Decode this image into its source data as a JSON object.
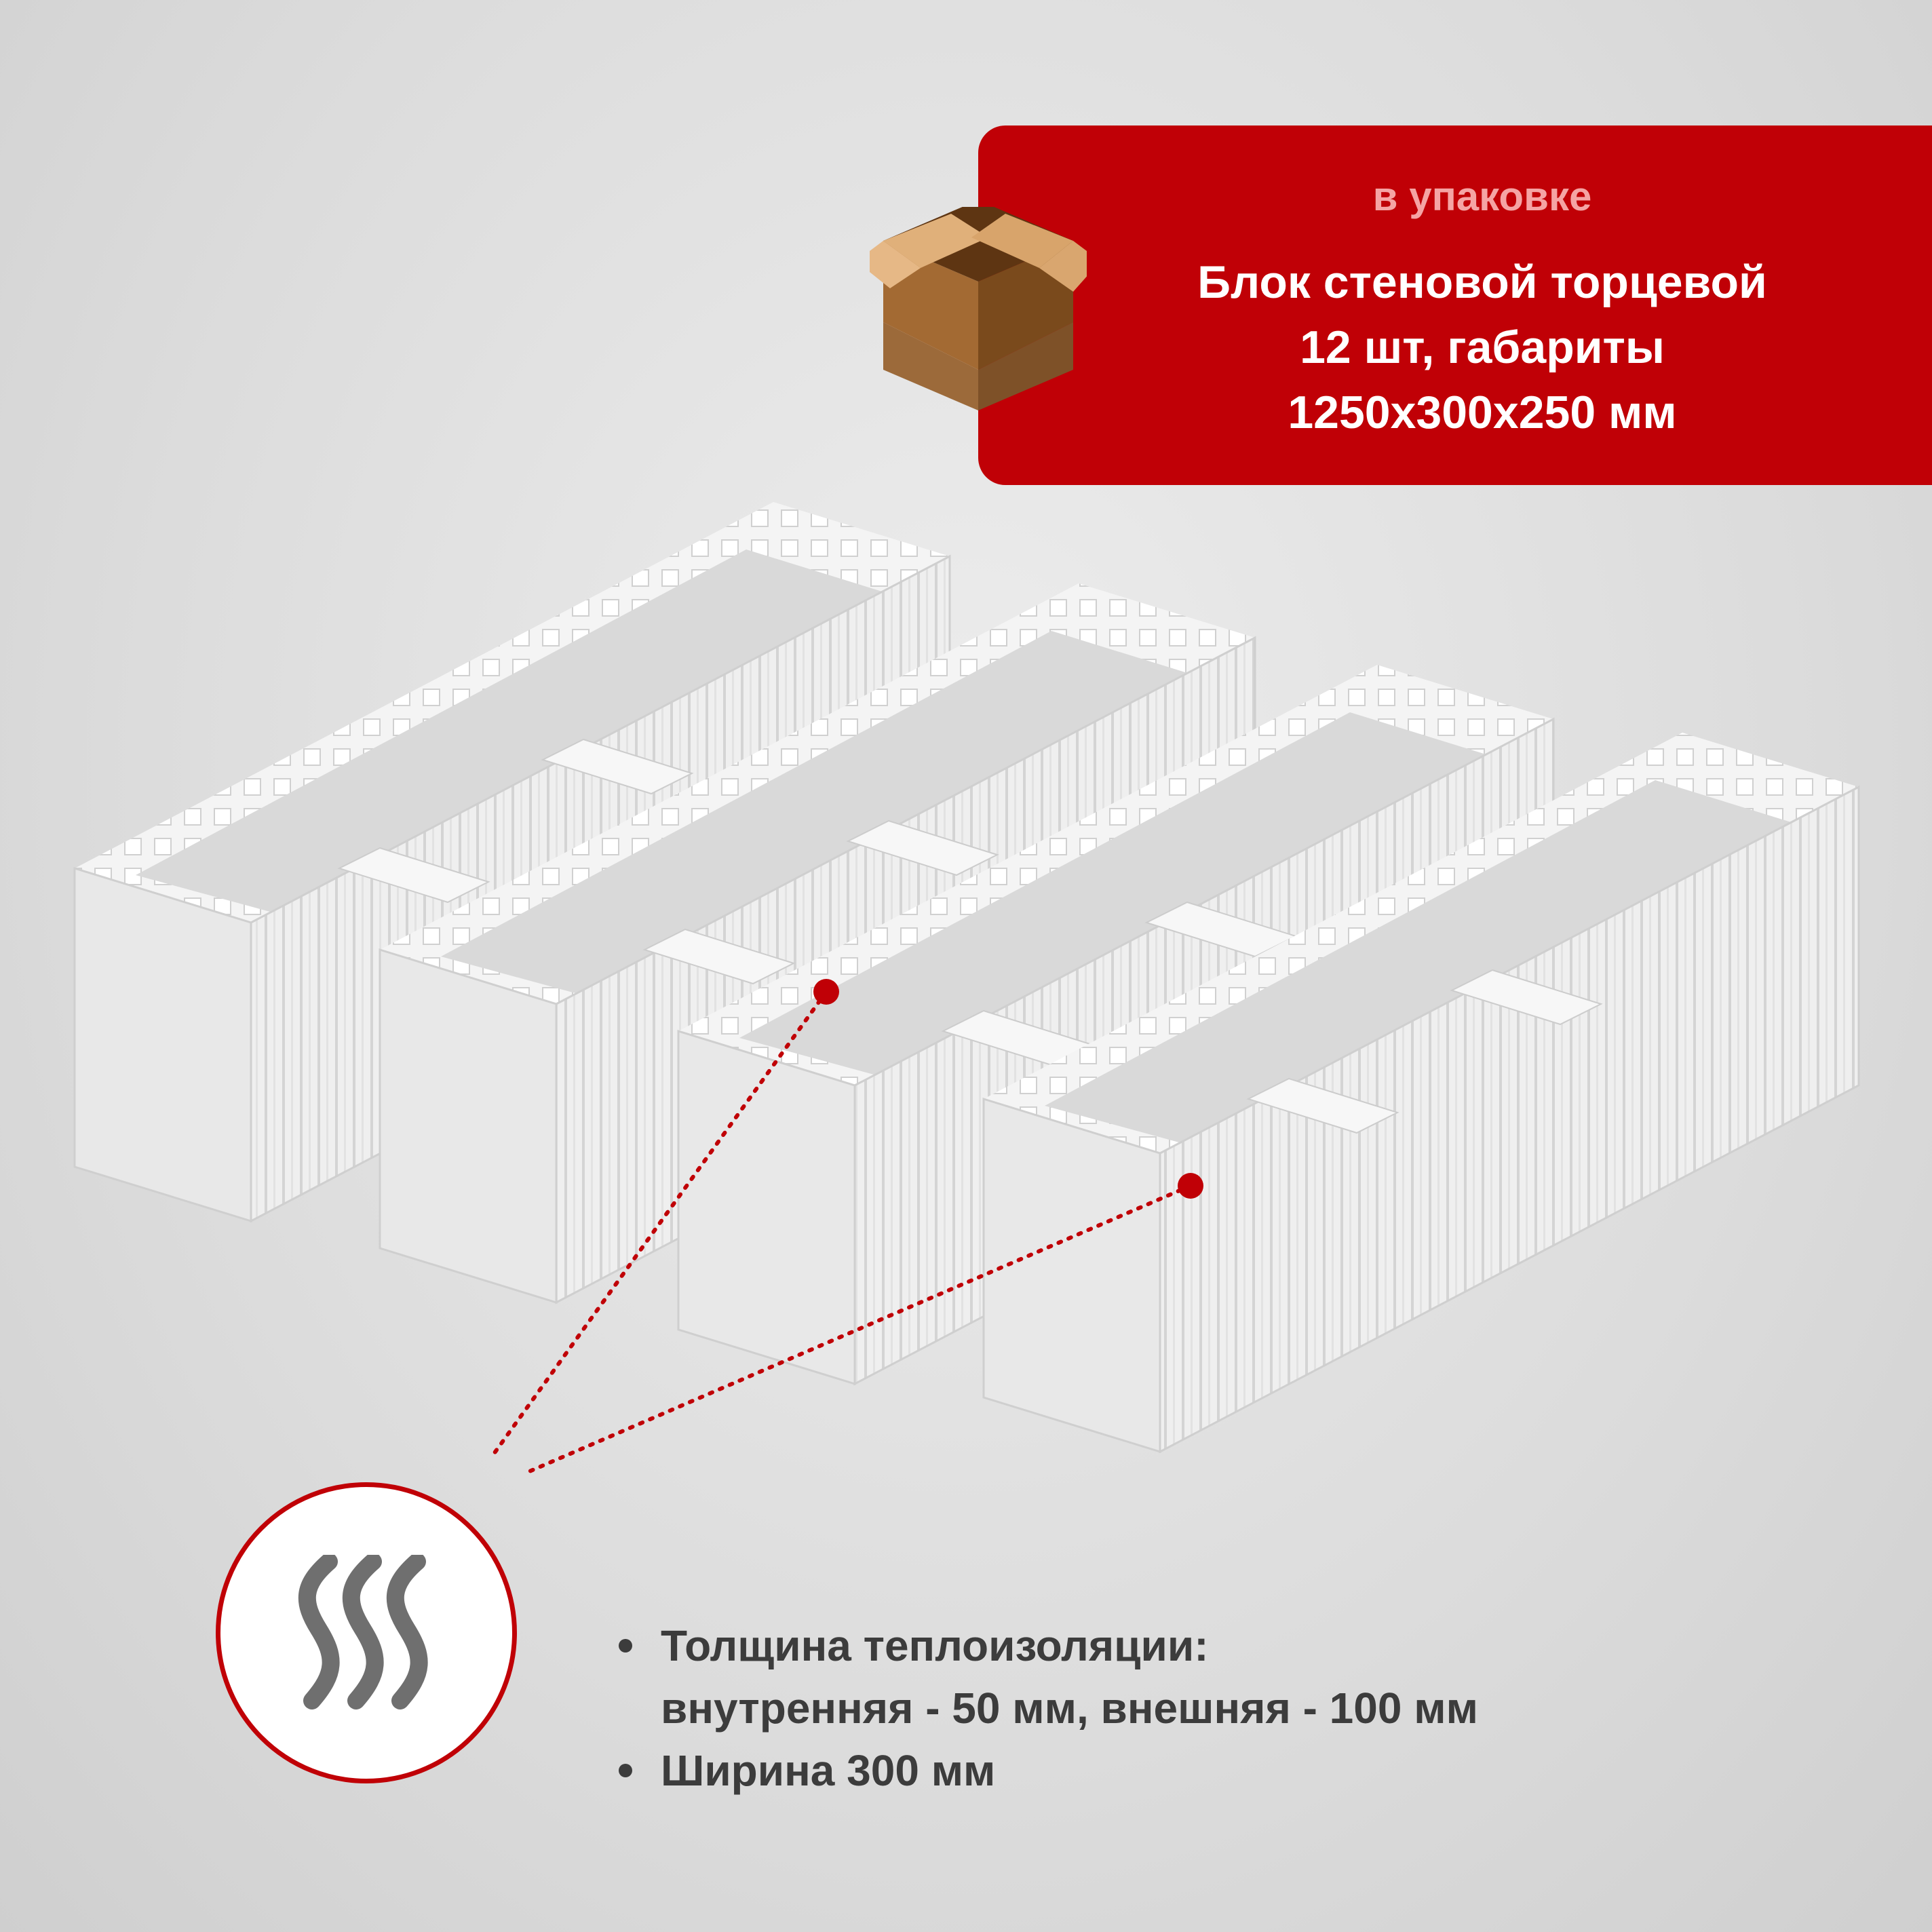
{
  "package": {
    "label": "в упаковке",
    "lines": [
      "Блок стеновой торцевой",
      "12 шт, габариты",
      "1250x300x250 мм"
    ],
    "icon": "cardboard-box-icon"
  },
  "features": {
    "icon": "heat-waves-icon",
    "items": [
      {
        "lines": [
          "Толщина теплоизоляции:",
          "внутренняя - 50 мм, внешняя - 100 мм"
        ]
      },
      {
        "lines": [
          "Ширина 300 мм"
        ]
      }
    ]
  },
  "colors": {
    "accent": "#c00006",
    "text_dark": "#3c3c3c",
    "background": "#dcdcdc",
    "block_surface": "#f2f2f2"
  }
}
